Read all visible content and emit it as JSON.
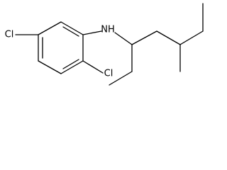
{
  "molecule": {
    "atom_labels": {
      "cl_left": "Cl",
      "nh": "NH",
      "cl_bottom": "Cl"
    }
  },
  "colors": {
    "bond": "#000000",
    "background": "#ffffff"
  }
}
